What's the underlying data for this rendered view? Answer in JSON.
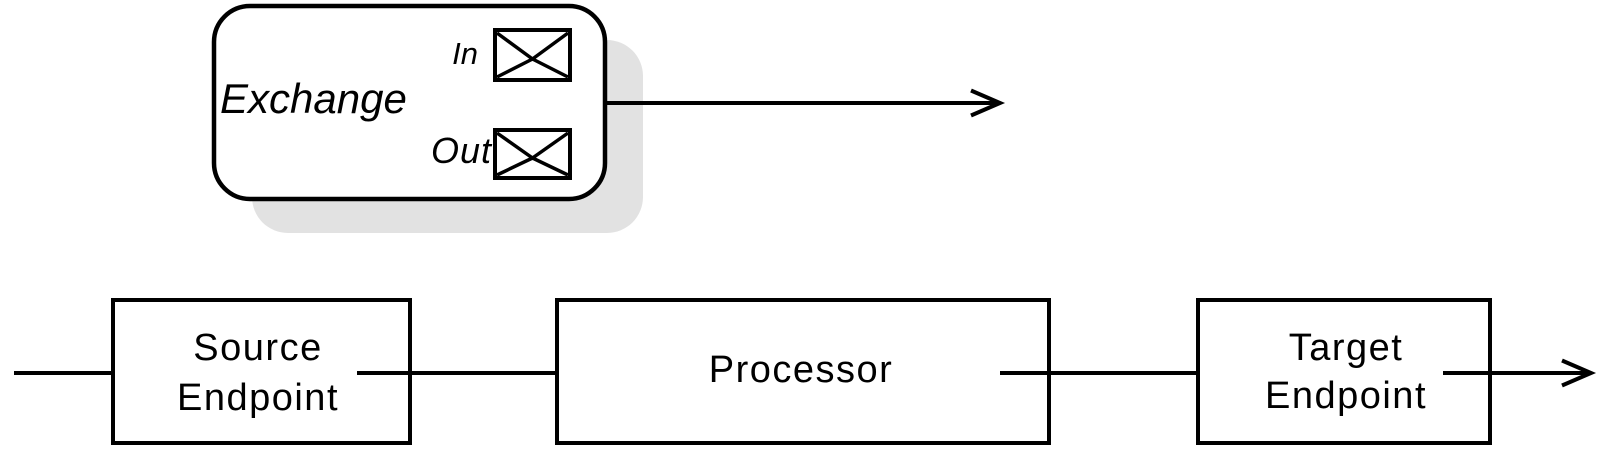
{
  "diagram": {
    "background_color": "#ffffff",
    "line_color": "#000000",
    "shadow_color": "#e2e2e2",
    "exchange": {
      "title": "Exchange",
      "in_label": "In",
      "out_label": "Out",
      "in_icon": "envelope-icon",
      "out_icon": "envelope-icon"
    },
    "pipeline": [
      {
        "name": "source-endpoint",
        "lines": [
          "Source",
          "Endpoint"
        ]
      },
      {
        "name": "processor",
        "lines": [
          "Processor"
        ]
      },
      {
        "name": "target-endpoint",
        "lines": [
          "Target",
          "Endpoint"
        ]
      }
    ]
  }
}
